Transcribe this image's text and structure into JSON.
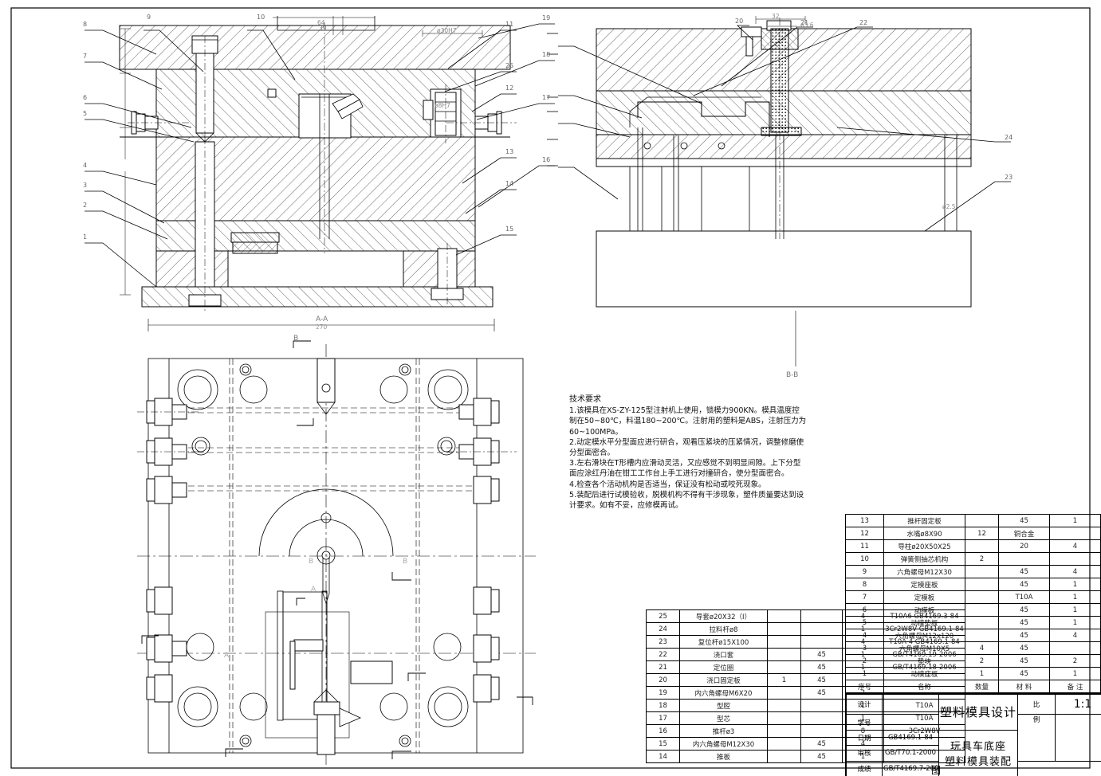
{
  "sheet": {
    "title_cn": "塑料模具设计",
    "subtitle_cn": "玩具车底座",
    "subtitle2_cn": "塑料模具装配",
    "subtitle3_cn": "图",
    "scale_label": "比",
    "scale_label2": "例",
    "scale_value": "1:1"
  },
  "tech": {
    "heading": "技术要求",
    "lines": [
      "1.该模具在XS-ZY-125型注射机上使用，锁模力900KN。模具温度控",
      "制在50~80℃，料温180~200℃。注射用的塑料是ABS，注射压力为",
      "60~100MPa。",
      "2.动定模水平分型面应进行研合，观看压紧块的压紧情况，调整修磨使",
      "分型面密合。",
      "3.左右滑块在T形槽内应滑动灵活，又应感觉不到明显间隙。上下分型",
      "面应涂红丹油在钳工工作台上手工进行对撞研合，使分型面密合。",
      "4.检查各个活动机构是否适当，保证没有松动或咬死现象。",
      "5.装配后进行试模验收，脱模机构不得有干涉现象，塑件质量要达到设",
      "计要求。如有不妥，应修模再试。"
    ]
  },
  "bom_header": {
    "no": "序号",
    "name": "名称",
    "qty": "数量",
    "material": "材 料",
    "remark": "备  注"
  },
  "bom_upper": [
    {
      "no": "13",
      "name": "推杆固定板",
      "c3": "",
      "material": "45",
      "qty": "1"
    },
    {
      "no": "12",
      "name": "水嘴ø8X90",
      "c3": "12",
      "material": "铜合金",
      "qty": ""
    },
    {
      "no": "11",
      "name": "导柱ø20X50X25",
      "c3": "",
      "material": "20",
      "qty": "4"
    },
    {
      "no": "10",
      "name": "弹簧侧抽芯机构",
      "c3": "2",
      "material": "",
      "qty": ""
    },
    {
      "no": "9",
      "name": "六角螺母M12X30",
      "c3": "",
      "material": "45",
      "qty": "4"
    },
    {
      "no": "8",
      "name": "定模座板",
      "c3": "",
      "material": "45",
      "qty": "1"
    },
    {
      "no": "7",
      "name": "定模板",
      "c3": "",
      "material": "T10A",
      "qty": "1"
    },
    {
      "no": "6",
      "name": "动模板",
      "c3": "",
      "material": "45",
      "qty": "1"
    },
    {
      "no": "5",
      "name": "动模垫板",
      "c3": "",
      "material": "45",
      "qty": "1"
    },
    {
      "no": "4",
      "name": "六角螺母M12x120",
      "c3": "",
      "material": "45",
      "qty": "4"
    },
    {
      "no": "3",
      "name": "六角螺母M10X5",
      "c3": "4",
      "material": "45",
      "qty": ""
    },
    {
      "no": "2",
      "name": "垫块",
      "c3": "2",
      "material": "45",
      "qty": "2"
    },
    {
      "no": "1",
      "name": "动模座板",
      "c3": "1",
      "material": "45",
      "qty": "1"
    }
  ],
  "bom_lower": [
    {
      "no": "25",
      "name": "导套ø20X32（Ⅰ）",
      "c3": "",
      "material": "",
      "qty": "4",
      "remark": "T10A6  GB4169.3-84"
    },
    {
      "no": "24",
      "name": "拉料杆ø8",
      "c3": "",
      "material": "",
      "qty": "1",
      "remark": "3Cr2W8V GB4169.1-84"
    },
    {
      "no": "23",
      "name": "复位杆ø15X100",
      "c3": "",
      "material": "",
      "qty": "4",
      "remark": "T10A 4 GB4169.1-84"
    },
    {
      "no": "22",
      "name": "浇口套",
      "c3": "",
      "material": "45",
      "qty": "1",
      "remark": "GB/T4169.19-2006"
    },
    {
      "no": "21",
      "name": "定位圈",
      "c3": "",
      "material": "45",
      "qty": "1",
      "remark": "GB/T4169.18-2006"
    },
    {
      "no": "20",
      "name": "浇口固定板",
      "c3": "1",
      "material": "45",
      "qty": "",
      "remark": ""
    },
    {
      "no": "19",
      "name": "内六角螺母M6X20",
      "c3": "",
      "material": "45",
      "qty": "2",
      "remark": ""
    },
    {
      "no": "18",
      "name": "型腔",
      "c3": "",
      "material": "",
      "qty": "1",
      "remark": "T10A"
    },
    {
      "no": "17",
      "name": "型芯",
      "c3": "",
      "material": "",
      "qty": "1",
      "remark": "T10A"
    },
    {
      "no": "16",
      "name": "推杆ø3",
      "c3": "",
      "material": "",
      "qty": "8",
      "remark": "3Cr2W8V"
    },
    {
      "no": "15",
      "name": "内六角螺母M12X30",
      "c3": "",
      "material": "45",
      "qty": "4",
      "remark": ""
    },
    {
      "no": "14",
      "name": "推板",
      "c3": "",
      "material": "45",
      "qty": "1",
      "remark": ""
    }
  ],
  "title_block": {
    "rows": [
      {
        "label": "设计",
        "value": ""
      },
      {
        "label": "学号",
        "value": ""
      },
      {
        "label": "日期",
        "value": "GB4169.1-84"
      },
      {
        "label": "审核",
        "value": "GB/T70.1-2000"
      },
      {
        "label": "成绩",
        "value": "GB/T4169.7-2006"
      }
    ]
  },
  "callouts": {
    "left_view_left": [
      "8",
      "7",
      "6",
      "5",
      "4",
      "3",
      "2",
      "1"
    ],
    "left_view_top": [
      "9",
      "10"
    ],
    "left_view_right": [
      "11",
      "25",
      "12",
      "13",
      "14",
      "15"
    ],
    "left_view_far_right": [
      "19",
      "18",
      "17",
      "16"
    ],
    "right_view_top": [
      "20",
      "21",
      "22"
    ],
    "right_view_right": [
      "24",
      "23"
    ]
  },
  "dims": {
    "left_view_width": "270",
    "section_aa": "A-A",
    "section_bb": "B-B",
    "letter_b": "B",
    "bore": "ø30H7",
    "pocket": "ø8H7",
    "sprue": "ø2.5",
    "top_dim_1": "64",
    "top_dim_2": "39",
    "top_dim_3": "32",
    "top_dim_small": "ø3.6",
    "plan_marks": [
      "A",
      "A",
      "B",
      "B"
    ]
  }
}
